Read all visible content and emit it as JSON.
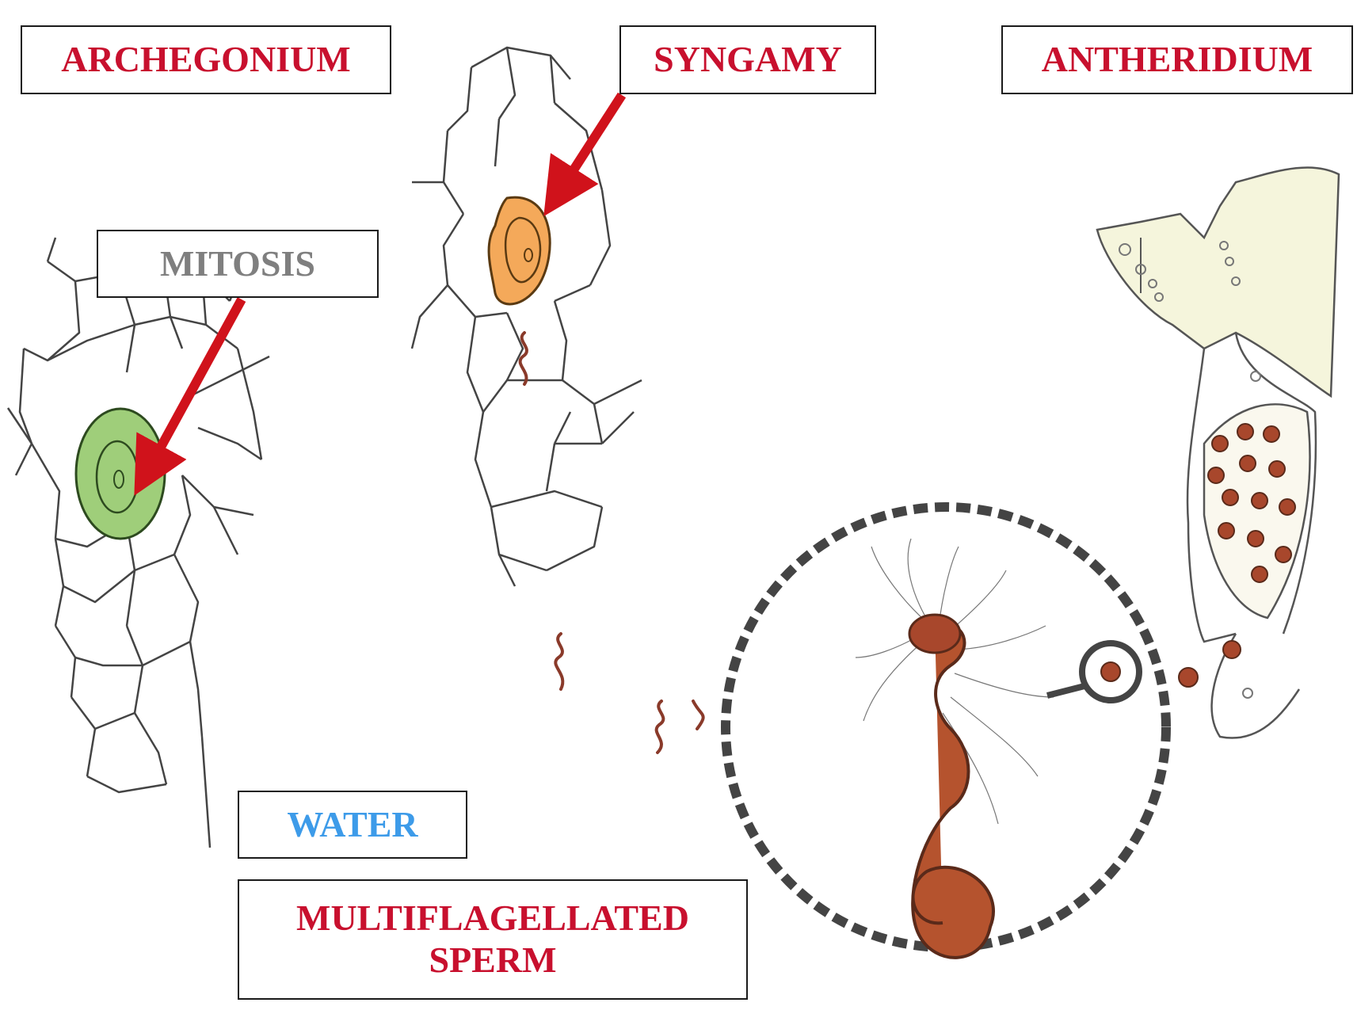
{
  "labels": {
    "archegonium": "ARCHEGONIUM",
    "syngamy": "SYNGAMY",
    "antheridium": "ANTHERIDIUM",
    "mitosis": "MITOSIS",
    "water": "WATER",
    "sperm_line1": "MULTIFLAGELLATED",
    "sperm_line2": "SPERM"
  },
  "colors": {
    "label_red": "#c8102e",
    "label_gray": "#7f7f7f",
    "label_blue": "#3d9be9",
    "arrow_red": "#d0121b",
    "egg_green": "#9fce7a",
    "zygote_orange": "#f4a95a",
    "sperm_brown": "#b5532e",
    "antheridium_fill": "#f5f5dc",
    "cell_outline": "#444444"
  }
}
